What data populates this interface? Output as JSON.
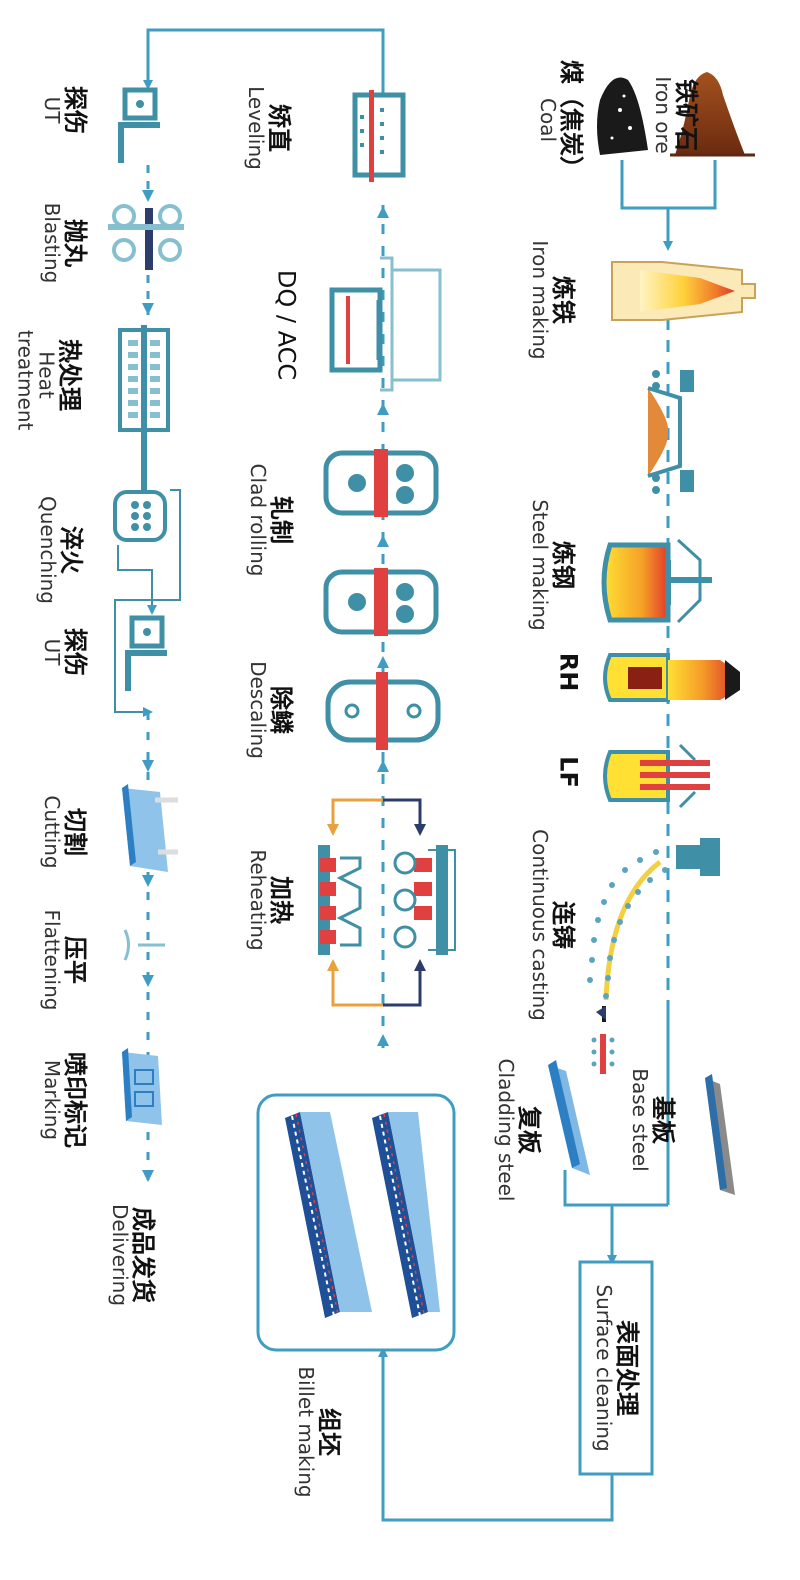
{
  "colors": {
    "teal": "#3f8fa6",
    "teal_light": "#86bfcf",
    "flow_line": "#3f9cc2",
    "hot": "#e04040",
    "orange": "#e8a23d",
    "navy": "#2c3d6b",
    "slab_blue": "#2d7fc4",
    "slab_light": "#8fc3ea"
  },
  "steps": {
    "iron_ore": {
      "zh": "铁矿石",
      "en": "Iron ore"
    },
    "coal": {
      "zh": "煤（焦炭）",
      "en": "Coal"
    },
    "iron_making": {
      "zh": "炼铁",
      "en": "Iron making"
    },
    "steel_making": {
      "zh": "炼钢",
      "en": "Steel making"
    },
    "rh": {
      "zh": "RH",
      "en": ""
    },
    "lf": {
      "zh": "LF",
      "en": ""
    },
    "continuous_casting": {
      "zh": "连铸",
      "en": "Continuous casting"
    },
    "base_steel": {
      "zh": "基板",
      "en": "Base steel"
    },
    "cladding_steel": {
      "zh": "复板",
      "en": "Cladding steel"
    },
    "surface_cleaning": {
      "zh": "表面处理",
      "en": "Surface cleaning"
    },
    "billet_making": {
      "zh": "组坯",
      "en": "Billet making"
    },
    "reheating": {
      "zh": "加热",
      "en": "Reheating"
    },
    "descaling": {
      "zh": "除鳞",
      "en": "Descaling"
    },
    "clad_rolling": {
      "zh": "轧制",
      "en": "Clad rolling"
    },
    "dq_acc": {
      "zh": "DQ / ACC",
      "en": ""
    },
    "leveling": {
      "zh": "矫直",
      "en": "Leveling"
    },
    "ut_1": {
      "zh": "探伤",
      "en": "UT"
    },
    "blasting": {
      "zh": "抛丸",
      "en": "Blasting"
    },
    "heat_treatment": {
      "zh": "热处理",
      "en": "Heat treatment"
    },
    "quenching": {
      "zh": "淬火",
      "en": "Quenching"
    },
    "ut_2": {
      "zh": "探伤",
      "en": "UT"
    },
    "cutting": {
      "zh": "切割",
      "en": "Cutting"
    },
    "flattening": {
      "zh": "压平",
      "en": "Flattening"
    },
    "marking": {
      "zh": "喷印标记",
      "en": "Marking"
    },
    "delivering": {
      "zh": "成品发货",
      "en": "Delivering"
    }
  }
}
